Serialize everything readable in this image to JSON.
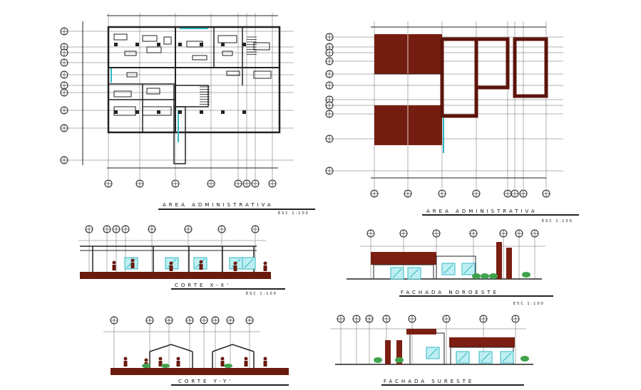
{
  "sheet": {
    "colors": {
      "line": "#222222",
      "thin": "#666666",
      "roof": "#7a1f12",
      "roof_dark": "#5c140a",
      "glass": "#2fb7c4",
      "grass": "#3fa34d",
      "ground": "#6b1a0e"
    }
  },
  "drawings": [
    {
      "id": "plan-left",
      "title": "AREA ADMINISTRATIVA",
      "scale": "ESC 1:100"
    },
    {
      "id": "plan-right",
      "title": "AREA ADMINISTRATIVA",
      "scale": "ESC 1:100"
    },
    {
      "id": "section-xx",
      "title": "CORTE X-X'",
      "scale": "ESC 1:100"
    },
    {
      "id": "facade-ne",
      "title": "FACHADA NOROESTE",
      "scale": "ESC 1:100"
    },
    {
      "id": "section-yy",
      "title": "CORTE Y-Y'",
      "scale": ""
    },
    {
      "id": "facade-se",
      "title": "FACHADA SURESTE",
      "scale": ""
    }
  ]
}
